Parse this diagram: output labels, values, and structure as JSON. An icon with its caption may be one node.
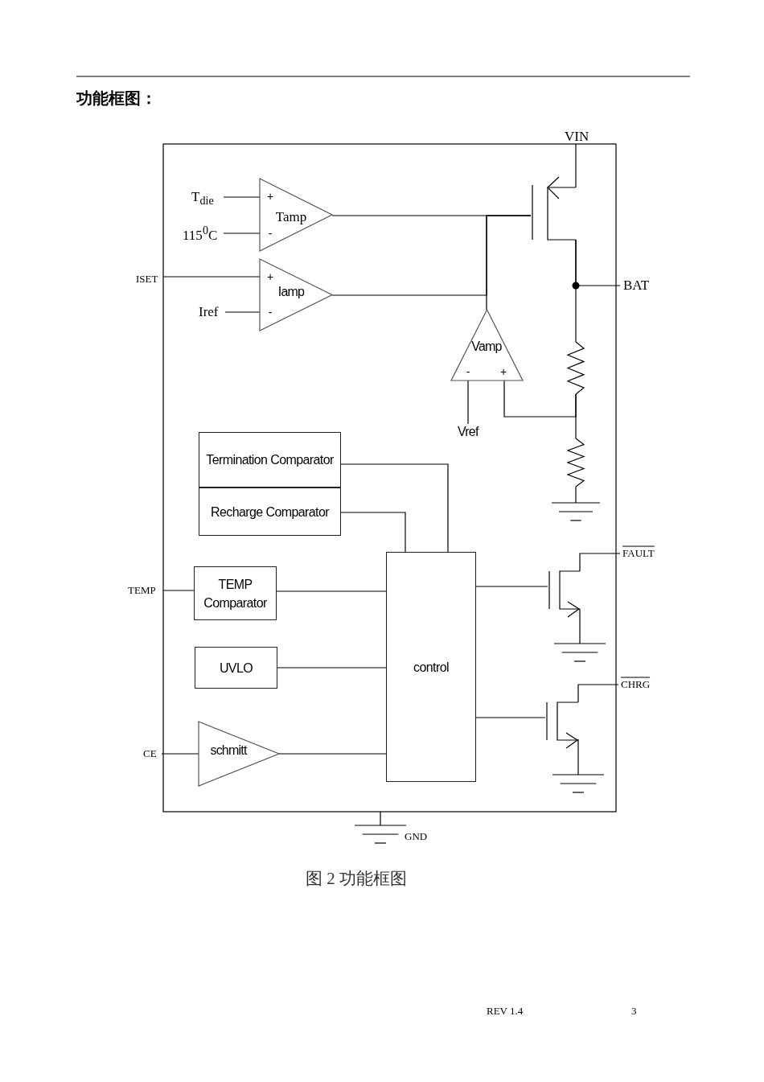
{
  "diagram": {
    "title": "功能框图：",
    "caption": "图 2 功能框图",
    "nodes": [
      {
        "text": [
          "T$_{die}$"
        ]
      },
      {
        "text": [
          "115$^{0}$C"
        ]
      },
      {
        "text": [
          "+",
          "Tamp",
          "-"
        ]
      },
      {
        "text": [
          "ISET"
        ]
      },
      {
        "text": [
          "Iref"
        ]
      },
      {
        "text": [
          "+",
          "Iamp",
          "-"
        ]
      },
      {
        "text": [
          "VIN"
        ]
      },
      {
        "text": [],
        "shape": "transistor"
      },
      {
        "text": [
          "BAT"
        ]
      },
      {
        "text": [
          "Vamp",
          "-",
          "+"
        ]
      },
      {
        "text": [
          "Vref"
        ]
      },
      {
        "text": [],
        "shape": "resistor"
      },
      {
        "text": [],
        "shape": "resistor"
      },
      {
        "text": [
          "Termination Comparator"
        ]
      },
      {
        "text": [
          "Recharge Comparator"
        ]
      },
      {
        "text": [
          "TEMP"
        ]
      },
      {
        "text": [
          "TEMP Comparator"
        ]
      },
      {
        "text": [
          "UVLO"
        ]
      },
      {
        "text": [
          "CE"
        ]
      },
      {
        "text": [
          "schmitt"
        ]
      },
      {
        "text": [
          "control"
        ]
      },
      {
        "text": [],
        "shape": "transistor"
      },
      {
        "text": [
          "FAULT"
        ]
      },
      {
        "text": [],
        "shape": "transistor"
      },
      {
        "text": [
          "CHRG"
        ]
      }
    ],
    "edges": [
      {
        "from": 0,
        "to": 2,
        "arrow": "none"
      },
      {
        "from": 1,
        "to": 2,
        "arrow": "none"
      },
      {
        "from": 3,
        "to": 5,
        "arrow": "none"
      },
      {
        "from": 4,
        "to": 5,
        "arrow": "none"
      },
      {
        "from": 2,
        "to": 7,
        "arrow": "none"
      },
      {
        "from": 5,
        "to": 7,
        "arrow": "none"
      },
      {
        "from": 9,
        "to": 7,
        "arrow": "none"
      },
      {
        "from": 6,
        "to": 7,
        "arrow": "none"
      },
      {
        "from": 7,
        "to": 8,
        "arrow": "none"
      },
      {
        "from": 7,
        "to": 11,
        "arrow": "none"
      },
      {
        "from": 11,
        "to": 12,
        "arrow": "none"
      },
      {
        "from": 11,
        "to": 9,
        "arrow": "none"
      },
      {
        "from": 10,
        "to": 9,
        "arrow": "none"
      },
      {
        "from": 13,
        "to": 20,
        "arrow": "none"
      },
      {
        "from": 14,
        "to": 20,
        "arrow": "none"
      },
      {
        "from": 15,
        "to": 16,
        "arrow": "none"
      },
      {
        "from": 16,
        "to": 20,
        "arrow": "none"
      },
      {
        "from": 17,
        "to": 20,
        "arrow": "none"
      },
      {
        "from": 18,
        "to": 19,
        "arrow": "none"
      },
      {
        "from": 19,
        "to": 20,
        "arrow": "none"
      },
      {
        "from": 20,
        "to": 21,
        "arrow": "none"
      },
      {
        "from": 21,
        "to": 22,
        "arrow": "none"
      },
      {
        "from": 20,
        "to": 23,
        "arrow": "none"
      },
      {
        "from": 23,
        "to": 24,
        "arrow": "none"
      }
    ],
    "labels": [
      "GND",
      "REV 1.4",
      "3"
    ]
  }
}
